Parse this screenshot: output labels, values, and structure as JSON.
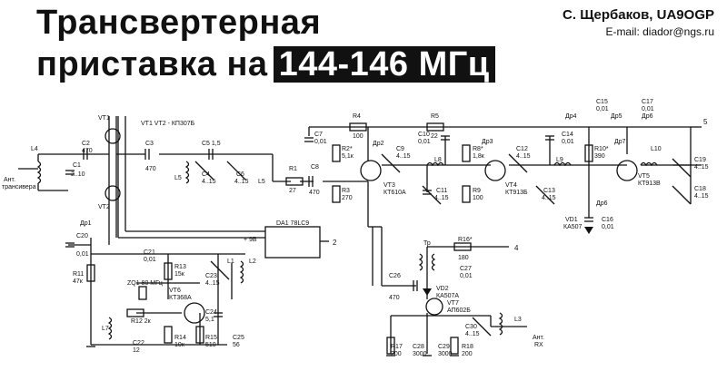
{
  "title": {
    "line1": "Трансвертерная",
    "line2": "приставка на",
    "freq": "144-146 МГц"
  },
  "author": "С. Щербаков, UA9OGP",
  "email": "E-mail: diador@ngs.ru",
  "components": {
    "vt1": "VT1",
    "vt2": "VT2",
    "vt12_note": "VT1 VT2 - КП307Б",
    "l4": "L4",
    "c1": "C1",
    "c1_val": "2..10",
    "c2": "C2",
    "c2_val": "470",
    "ant_trx": "Ант.",
    "ant_trx2": "трансивера",
    "c3": "C3",
    "c3_val": "470",
    "c5": "C5 1,5",
    "l5a": "L5",
    "c4": "C4",
    "c4_val": "4..15",
    "c6": "C6",
    "c6_val": "4..15",
    "l5b": "L5",
    "r1": "R1",
    "r1_val": "27",
    "c8": "C8",
    "c8_val": "470",
    "dr1": "Др1",
    "c20": "C20",
    "c20_val": "0,01",
    "c7": "C7",
    "c7_val": "0,01",
    "r4": "R4",
    "r4_val": "100",
    "c10": "C10",
    "c10_val": "0,01",
    "r5": "R5",
    "r5_val": "22",
    "dr2": "Др2",
    "r2": "R2*",
    "r2_val": "5,1к",
    "c9": "C9",
    "c9_val": "4..15",
    "vt3": "VT3",
    "vt3_type": "КТ610А",
    "r3": "R3",
    "r3_val": "270",
    "l8": "L8",
    "c11": "C11",
    "c11_val": "4..15",
    "r8": "R8*",
    "r8_val": "1,8к",
    "r9": "R9",
    "r9_val": "100",
    "dr3": "Др3",
    "c12": "C12",
    "c12_val": "4..15",
    "vt4": "VT4",
    "vt4_type": "КТ913Б",
    "c13": "C13",
    "c13_val": "4..15",
    "l9": "L9",
    "c15": "C15",
    "c15_val": "0,01",
    "dr4": "Др4",
    "c17": "C17",
    "c17_val": "0,01",
    "dr5": "Др5",
    "dr6": "Др6",
    "c14": "C14",
    "c14_val": "0,01",
    "r10": "R10*",
    "r10_val": "390",
    "dr7": "Др7",
    "l10": "L10",
    "vt5": "VT5",
    "vt5_type": "КТ913В",
    "c19": "C19",
    "c19_val": "4..15",
    "c18": "C18",
    "c18_val": "4..15",
    "dr6b": "Др6",
    "vd1": "VD1",
    "vd1_type": "КА507",
    "c16": "C16",
    "c16_val": "0,01",
    "da1": "DA1 78LC9",
    "plus9": "+ 9В",
    "port5": "5",
    "port2": "2",
    "port4": "4",
    "r11": "R11",
    "r11_val": "47к",
    "c21": "C21",
    "c21_val": "0,01",
    "r13": "R13",
    "r13_val": "15к",
    "c23": "C23",
    "c23_val": "4..15",
    "l1": "L1",
    "l2": "L2",
    "zq1": "ZQ1 80 МГц",
    "vt6": "VT6",
    "vt6_type": "КТ368А",
    "r12": "R12 2к",
    "c24": "C24",
    "c24_val": "5,1",
    "l7": "L7",
    "c22": "C22",
    "c22_val": "12",
    "r14": "R14",
    "r14_val": "10к",
    "r15": "R15",
    "r15_val": "510",
    "c25": "C25",
    "c25_val": "56",
    "tr": "Тр",
    "r16": "R16*",
    "r16_val": "180",
    "c26": "C26",
    "c26_val": "470",
    "c27": "C27",
    "c27_val": "0,01",
    "vd2": "VD2",
    "vd2_type": "КА507А",
    "vt7": "VT7",
    "vt7_type": "АП602Б",
    "l3": "L3",
    "c30": "C30",
    "c30_val": "4..15",
    "ant_rx": "Ант.",
    "ant_rx2": "RX",
    "r17": "R17",
    "r17_val": "200",
    "c28": "C28",
    "c28_val": "3000",
    "c29": "C29",
    "c29_val": "3000",
    "r18": "R18",
    "r18_val": "200"
  }
}
